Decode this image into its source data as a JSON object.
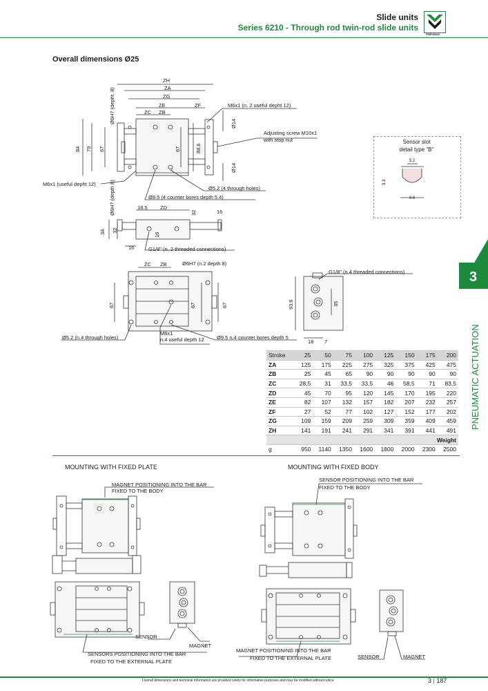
{
  "header": {
    "title": "Slide units",
    "subtitle": "Series 6210 - Through rod twin-rod slide units",
    "logo_text": "PNEUMAX"
  },
  "section_title": "Overall dimensions Ø25",
  "drawing_labels": {
    "zh": "ZH",
    "za": "ZA",
    "zg": "ZG",
    "ze": "ZE",
    "zf": "ZF",
    "zc": "ZC",
    "zb": "ZB",
    "zd": "ZD",
    "m6_top": "M6x1 (n. 2 useful depht 12)",
    "adjusting_screw_1": "Adjusting screw M10x1",
    "adjusting_screw_2": "with stop nut",
    "d14_a": "Ø14",
    "d14_b": "Ø14",
    "d6h7_top": "Ø6H7 (depht. 8)",
    "d6h7_bottom": "Ø6H7 (depth 8)",
    "dim_84": "84",
    "dim_79": "79",
    "dim_67a": "67",
    "dim_67b": "67",
    "dim_886": "88.6",
    "m6_left": "M6x1 (useful depht 12)",
    "d52_4": "Ø5.2 (4 through holes)",
    "d95_4": "Ø9.5 (4 counter bores depth 5.4)",
    "dim_185": "18.5",
    "dim_32a": "32",
    "dim_16a": "16",
    "dim_34": "34",
    "dim_32b": "32",
    "dim_16b": "16",
    "dim_16c": "16",
    "g18_two": "G1/8\" (n. 2 threaded connections)",
    "d6h7_n2": "Ø6H7 (n.2 depth 8)",
    "dim_67c": "67",
    "dim_67d": "67",
    "dim_67e": "67",
    "g18_four": "G1/8\" (n.4 threaded connections)",
    "dim_936": "93.6",
    "dim_35": "35",
    "dim_18": "18",
    "dim_7": "7",
    "d52_n4": "Ø5.2 (n.4 through holes)",
    "m6_mid_1": "M6x1",
    "m6_mid_2": "n.4 useful depth 12",
    "d95_n4": "Ø9.5 n.4 counter bores depth 5"
  },
  "sensor_slot": {
    "title_1": "Sensor slot",
    "title_2": "detail type \"B\"",
    "dim_52": "5.2",
    "dim_33": "3.3",
    "dim_66": "6.6"
  },
  "table": {
    "stroke_label": "Stroke",
    "strokes": [
      "25",
      "50",
      "75",
      "100",
      "125",
      "150",
      "175",
      "200"
    ],
    "rows": [
      {
        "label": "ZA",
        "values": [
          "125",
          "175",
          "225",
          "275",
          "325",
          "375",
          "425",
          "475"
        ]
      },
      {
        "label": "ZB",
        "values": [
          "25",
          "45",
          "65",
          "90",
          "90",
          "90",
          "90",
          "90"
        ]
      },
      {
        "label": "ZC",
        "values": [
          "28,5",
          "31",
          "33,5",
          "33,5",
          "46",
          "58,5",
          "71",
          "83,5"
        ]
      },
      {
        "label": "ZD",
        "values": [
          "45",
          "70",
          "95",
          "120",
          "145",
          "170",
          "195",
          "220"
        ]
      },
      {
        "label": "ZE",
        "values": [
          "82",
          "107",
          "132",
          "157",
          "182",
          "207",
          "232",
          "257"
        ]
      },
      {
        "label": "ZF",
        "values": [
          "27",
          "52",
          "77",
          "102",
          "127",
          "152",
          "177",
          "202"
        ]
      },
      {
        "label": "ZG",
        "values": [
          "109",
          "159",
          "209",
          "259",
          "309",
          "359",
          "409",
          "459"
        ]
      },
      {
        "label": "ZH",
        "values": [
          "141",
          "191",
          "241",
          "291",
          "341",
          "391",
          "441",
          "491"
        ]
      }
    ],
    "weight_label": "Weight",
    "weight_unit": "g",
    "weight_values": [
      "950",
      "1140",
      "1350",
      "1600",
      "1800",
      "2000",
      "2300",
      "2500"
    ]
  },
  "mounting": {
    "fixed_plate_title": "MOUNTING WITH FIXED PLATE",
    "fixed_body_title": "MOUNTING WITH FIXED BODY",
    "left_magnet_1": "MAGNET POSITIONING INTO THE BAR",
    "left_magnet_2": "FIXED TO THE BODY",
    "left_sensor": "SENSOR",
    "left_magnet": "MAGNET",
    "left_sensors_1": "SENSORS POSITIONING INTO THE BAR",
    "left_sensors_2": "FIXED TO THE EXTERNAL PLATE",
    "right_sensor_1": "SENSOR POSITIONING INTO THE BAR",
    "right_sensor_2": "FIXED TO THE BODY",
    "right_magnet_1": "MAGNET POSITIONING INTO THE BAR",
    "right_magnet_2": "FIXED TO THE EXTERNAL PLATE",
    "right_sensor": "SENSOR",
    "right_magnet": "MAGNET"
  },
  "side_tab": {
    "number": "3",
    "text": "PNEUMATIC ACTUATION"
  },
  "footer": {
    "note": "Overall dimensions and technical information are provided solely for informative purposes and may be modified without notice",
    "chapter": "3",
    "page": "187"
  },
  "colors": {
    "accent": "#1e8a3c",
    "line": "#333333",
    "table_head": "#d6d6d6"
  }
}
